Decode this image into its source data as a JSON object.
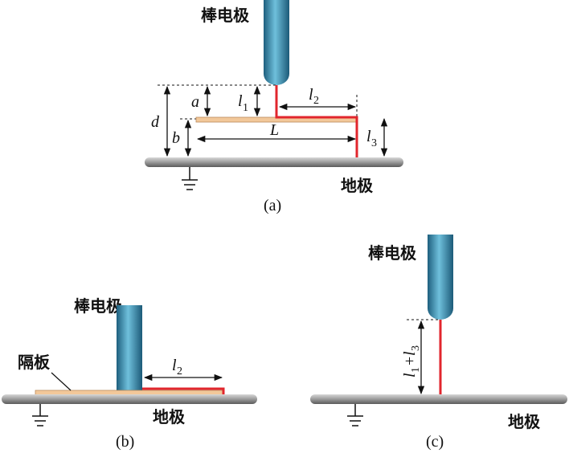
{
  "labels": {
    "rod_electrode": "棒电极",
    "ground_electrode": "地极",
    "barrier": "隔板"
  },
  "captions": {
    "a": "(a)",
    "b": "(b)",
    "c": "(c)"
  },
  "symbols": {
    "d": "d",
    "a": "a",
    "b": "b",
    "L": "L",
    "l": "l",
    "sub1": "1",
    "sub2": "2",
    "sub3": "3",
    "plus": "+"
  },
  "colors": {
    "arc": "#e1262d",
    "rod": "#3a8db0",
    "barrier": "#f2c89a",
    "ground": "#8a8a8a"
  }
}
